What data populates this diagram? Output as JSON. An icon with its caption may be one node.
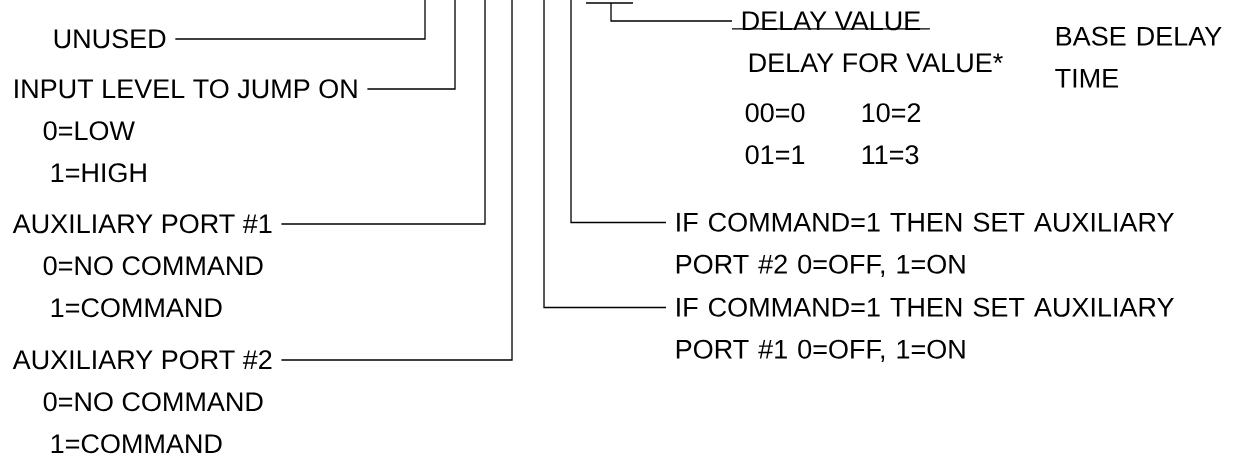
{
  "diagram": {
    "nodes": [
      {
        "text": [
          "UNUSED"
        ]
      },
      {
        "text": [
          "INPUT LEVEL TO JUMP ON",
          "0=LOW",
          "1=HIGH"
        ]
      },
      {
        "text": [
          "AUXILIARY PORT #1",
          "0=NO COMMAND",
          "1=COMMAND"
        ]
      },
      {
        "text": [
          "AUXILIARY PORT #2",
          "0=NO COMMAND",
          "1=COMMAND"
        ]
      },
      {
        "text": [
          "IF COMMAND=1 THEN SET AUXILIARY PORT #2 0=OFF, 1=ON"
        ]
      },
      {
        "text": [
          "IF COMMAND=1 THEN SET AUXILIARY PORT #1 0=OFF, 1=ON"
        ]
      },
      {
        "text": [
          "DELAY VALUE",
          "DELAY FOR VALUE*",
          "BASE DELAY TIME",
          "00=0",
          "10=2",
          "01=1",
          "11=3"
        ]
      }
    ],
    "edges": [
      {
        "from": 0,
        "to": null,
        "arrow": "none"
      },
      {
        "from": 1,
        "to": null,
        "arrow": "none"
      },
      {
        "from": 2,
        "to": null,
        "arrow": "none"
      },
      {
        "from": 3,
        "to": null,
        "arrow": "none"
      },
      {
        "from": 4,
        "to": null,
        "arrow": "none"
      },
      {
        "from": 5,
        "to": null,
        "arrow": "none"
      },
      {
        "from": 6,
        "to": null,
        "arrow": "none"
      }
    ]
  }
}
